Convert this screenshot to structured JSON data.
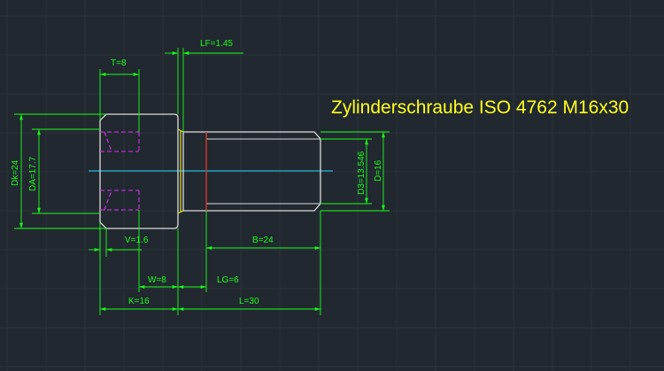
{
  "drawing": {
    "title": "Zylinderschraube ISO 4762 M16x30",
    "colors": {
      "background": "#212830",
      "grid": "#2b323a",
      "outline": "#dcdcdc",
      "dimension": "#19ff19",
      "centerline": "#24b6d8",
      "hex_socket": "#d236e6",
      "thread_end": "#e23a2a",
      "fillet": "#e6e619",
      "title": "#ffff1e"
    },
    "dimensions": {
      "lf": "LF=1.45",
      "t": "T=8",
      "dk": "Dk=24",
      "da": "DA=17.7",
      "d3": "D3=13.546",
      "d": "D=16",
      "v": "V=1.6",
      "b": "B=24",
      "w": "W=8",
      "lg": "LG=6",
      "k": "K=16",
      "l": "L=30"
    }
  }
}
